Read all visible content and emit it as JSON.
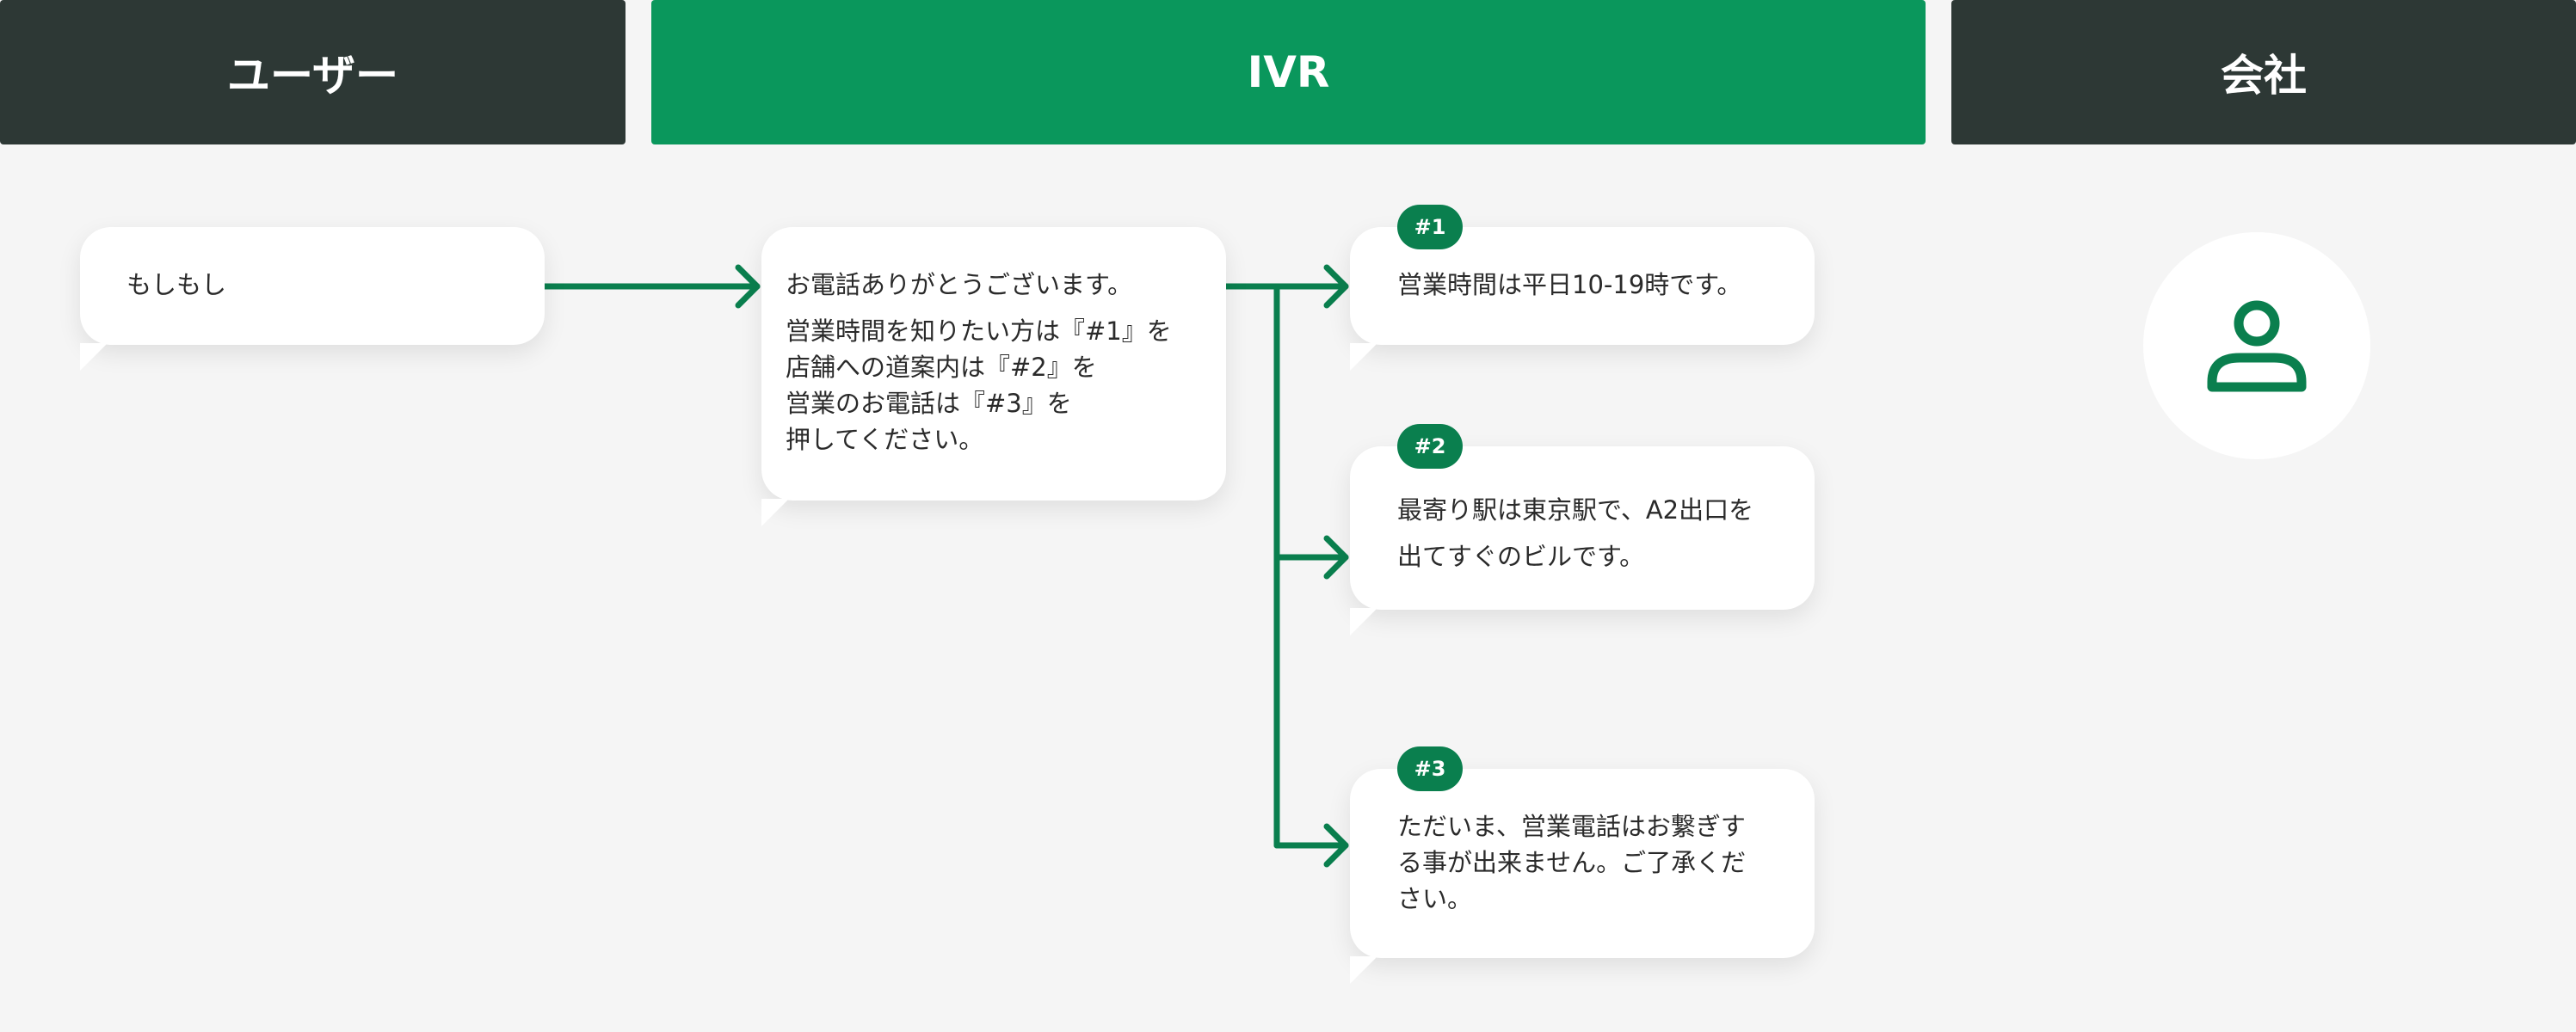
{
  "headers": {
    "user": "ユーザー",
    "ivr": "IVR",
    "company": "会社"
  },
  "user_message": "もしもし",
  "ivr_message": {
    "greeting": "お電話ありがとうございます。",
    "lines": [
      "営業時間を知りたい方は『#1』を",
      "店舗への道案内は『#2』を",
      "営業のお電話は『#3』を",
      "押してください。"
    ]
  },
  "options": [
    {
      "tag": "#1",
      "lines": [
        "営業時間は平日10-19時です。"
      ]
    },
    {
      "tag": "#2",
      "lines": [
        "最寄り駅は東京駅で、A2出口を",
        "出てすぐのビルです。"
      ]
    },
    {
      "tag": "#3",
      "lines": [
        "ただいま、営業電話はお繋ぎす",
        "る事が出来ません。ご了承くだ",
        "さい。"
      ]
    }
  ],
  "colors": {
    "header_dark": "#2d3835",
    "header_accent": "#0a975c",
    "connector": "#0a7f4e",
    "background": "#f5f5f5"
  },
  "icons": {
    "company": "person-icon"
  }
}
